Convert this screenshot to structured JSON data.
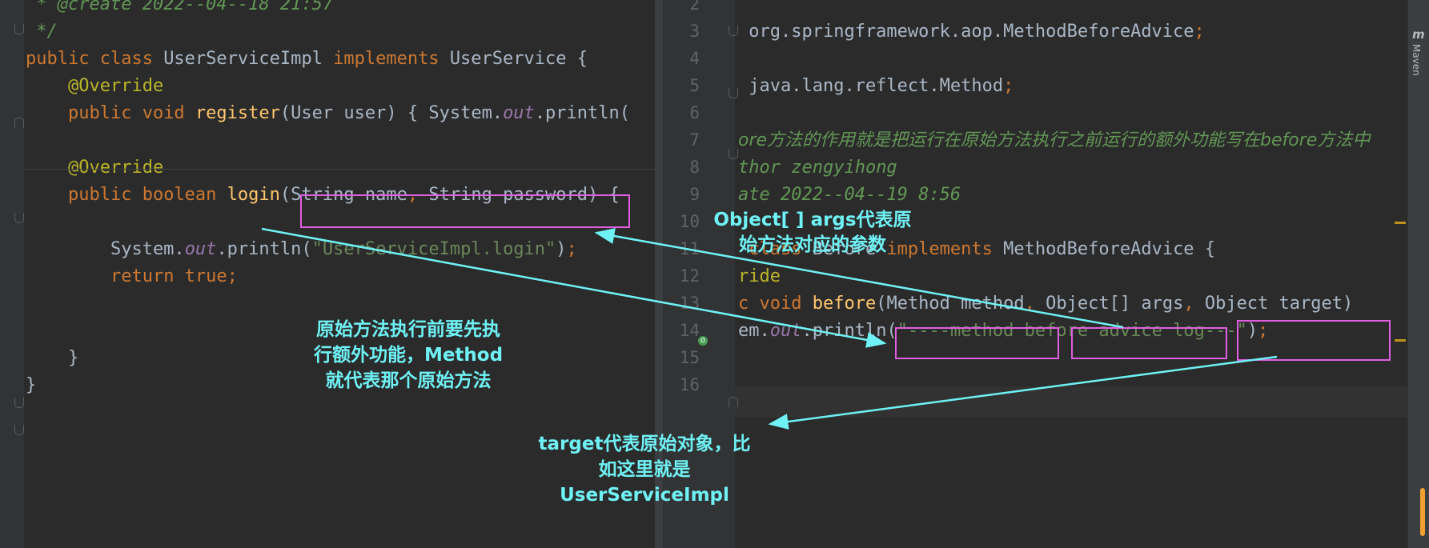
{
  "left_editor": {
    "lines": [
      {
        "parts": [
          {
            "t": " * ",
            "c": "cmt"
          },
          {
            "t": "@create",
            "c": "cmt"
          },
          {
            "t": " 2022--04--18 21:57",
            "c": "cmt"
          }
        ]
      },
      {
        "parts": [
          {
            "t": " */",
            "c": "cmt"
          }
        ]
      },
      {
        "parts": [
          {
            "t": "public class ",
            "c": "kw"
          },
          {
            "t": "UserServiceImpl ",
            "c": ""
          },
          {
            "t": "implements ",
            "c": "kw"
          },
          {
            "t": "UserService {",
            "c": ""
          }
        ]
      },
      {
        "parts": [
          {
            "t": "    ",
            "c": ""
          },
          {
            "t": "@Override",
            "c": "ann"
          }
        ]
      },
      {
        "parts": [
          {
            "t": "    ",
            "c": ""
          },
          {
            "t": "public void ",
            "c": "kw"
          },
          {
            "t": "register",
            "c": "fn"
          },
          {
            "t": "(User user) { System.",
            "c": ""
          },
          {
            "t": "out",
            "c": "fld"
          },
          {
            "t": ".println(",
            "c": ""
          }
        ]
      },
      {
        "parts": []
      },
      {
        "parts": [
          {
            "t": "    ",
            "c": ""
          },
          {
            "t": "@Override",
            "c": "ann"
          }
        ]
      },
      {
        "parts": [
          {
            "t": "    ",
            "c": ""
          },
          {
            "t": "public boolean ",
            "c": "kw"
          },
          {
            "t": "login",
            "c": "fn"
          },
          {
            "t": "(String name",
            "c": ""
          },
          {
            "t": ", ",
            "c": "kw"
          },
          {
            "t": "String password) {",
            "c": ""
          }
        ]
      },
      {
        "parts": []
      },
      {
        "parts": [
          {
            "t": "        System.",
            "c": ""
          },
          {
            "t": "out",
            "c": "fld"
          },
          {
            "t": ".println(",
            "c": ""
          },
          {
            "t": "\"UserServiceImpl.login\"",
            "c": "str"
          },
          {
            "t": ")",
            "c": ""
          },
          {
            "t": ";",
            "c": "kw"
          }
        ]
      },
      {
        "parts": [
          {
            "t": "        ",
            "c": ""
          },
          {
            "t": "return true;",
            "c": "kw"
          }
        ]
      },
      {
        "parts": []
      },
      {
        "parts": []
      },
      {
        "parts": [
          {
            "t": "    }",
            "c": ""
          }
        ]
      },
      {
        "parts": [
          {
            "t": "}",
            "c": ""
          }
        ]
      }
    ]
  },
  "right_editor": {
    "lines": [
      {
        "num": "2",
        "parts": []
      },
      {
        "num": "3",
        "parts": [
          {
            "t": " org.springframework.aop.MethodBeforeAdvice",
            "c": ""
          },
          {
            "t": ";",
            "c": "kw"
          }
        ]
      },
      {
        "num": "4",
        "parts": []
      },
      {
        "num": "5",
        "parts": [
          {
            "t": " java.lang.reflect.Method",
            "c": ""
          },
          {
            "t": ";",
            "c": "kw"
          }
        ]
      },
      {
        "num": "6",
        "parts": []
      },
      {
        "num": "7",
        "parts": [
          {
            "t": "ore方法的作用就是把运行在原始方法执行之前运行的额外功能写在before方法中",
            "c": "cmt"
          }
        ]
      },
      {
        "num": "8",
        "parts": [
          {
            "t": "thor",
            "c": "cmt"
          },
          {
            "t": " zengyihong",
            "c": "cmt"
          }
        ]
      },
      {
        "num": "9",
        "parts": [
          {
            "t": "ate 2022--04--19 8:56",
            "c": "cmt"
          }
        ]
      },
      {
        "num": "10",
        "parts": []
      },
      {
        "num": "11",
        "parts": [
          {
            "t": " class ",
            "c": "kw"
          },
          {
            "t": "Before ",
            "c": ""
          },
          {
            "t": "implements ",
            "c": "kw"
          },
          {
            "t": "MethodBeforeAdvice {",
            "c": ""
          }
        ]
      },
      {
        "num": "12",
        "parts": [
          {
            "t": "ride",
            "c": "ann"
          }
        ]
      },
      {
        "num": "13",
        "parts": [
          {
            "t": "c void ",
            "c": "kw"
          },
          {
            "t": "before",
            "c": "fn"
          },
          {
            "t": "(Method method",
            "c": ""
          },
          {
            "t": ", ",
            "c": "kw"
          },
          {
            "t": "Object[] args",
            "c": ""
          },
          {
            "t": ", ",
            "c": "kw"
          },
          {
            "t": "Object target)",
            "c": ""
          }
        ]
      },
      {
        "num": "14",
        "parts": [
          {
            "t": "em.",
            "c": ""
          },
          {
            "t": "out",
            "c": "fld"
          },
          {
            "t": ".println(",
            "c": ""
          },
          {
            "t": "\"----method before advice log---\"",
            "c": "str"
          },
          {
            "t": ")",
            "c": ""
          },
          {
            "t": ";",
            "c": "kw"
          }
        ]
      },
      {
        "num": "15",
        "parts": []
      },
      {
        "num": "16",
        "parts": []
      }
    ]
  },
  "notes": {
    "args_note": [
      "Object[ ] args代表原",
      "始方法对应的参数"
    ],
    "method_note": [
      "原始方法执行前要先执",
      "行额外功能，Method",
      "就代表那个原始方法"
    ],
    "target_note": [
      "target代表原始对象，比",
      "如这里就是",
      "UserServiceImpl"
    ]
  },
  "tool_window": {
    "label": "Maven",
    "icon": "maven-icon"
  },
  "colors": {
    "background": "#2b2b2b",
    "keyword": "#cc7832",
    "annotation": "#bbb529",
    "method": "#ffc66d",
    "string": "#6a8759",
    "comment": "#629755",
    "highlight_box": "#e05ee0",
    "note_text": "#6ff2f5"
  }
}
